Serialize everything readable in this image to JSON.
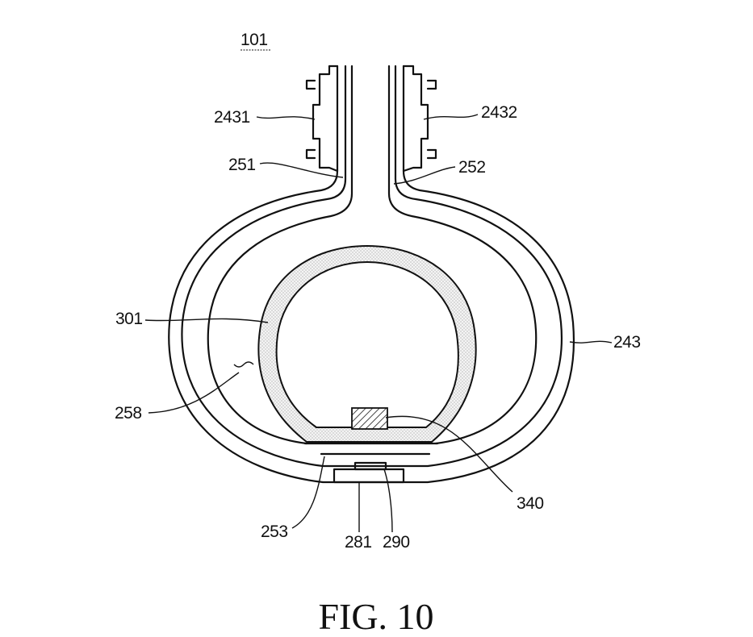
{
  "figure_title": "FIG. 10",
  "labels": {
    "l101": "101",
    "l2431": "2431",
    "l2432": "2432",
    "l251": "251",
    "l252": "252",
    "l301": "301",
    "l243": "243",
    "l258": "258",
    "l340": "340",
    "l253": "253",
    "l281": "281",
    "l290": "290"
  },
  "colors": {
    "line": "#111111",
    "ring_fill": "#ececec",
    "background": "#ffffff"
  }
}
